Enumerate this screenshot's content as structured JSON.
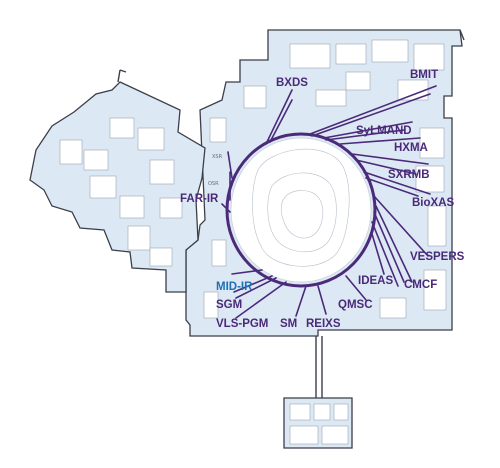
{
  "map": {
    "colors": {
      "beamline": "#4b2a7a",
      "highlight": "#1f6fb5",
      "floor": "#dce9f5",
      "wall": "#3b3f4a"
    },
    "small_labels": {
      "xsr": "XSR",
      "osr": "OSR"
    },
    "beamlines": {
      "bxds": "BXDS",
      "bmit": "BMIT",
      "sylmand": "SyLMAND",
      "hxma": "HXMA",
      "sxrmb": "SXRMB",
      "bioxas": "BioXAS",
      "vespers": "VESPERS",
      "cmcf": "CMCF",
      "ideas": "IDEAS",
      "qmsc": "QMSC",
      "reixs": "REIXS",
      "sm": "SM",
      "vls_pgm": "VLS-PGM",
      "sgm": "SGM",
      "mid_ir": "MID-IR",
      "far_ir": "FAR-IR"
    },
    "highlighted": "MID-IR"
  }
}
